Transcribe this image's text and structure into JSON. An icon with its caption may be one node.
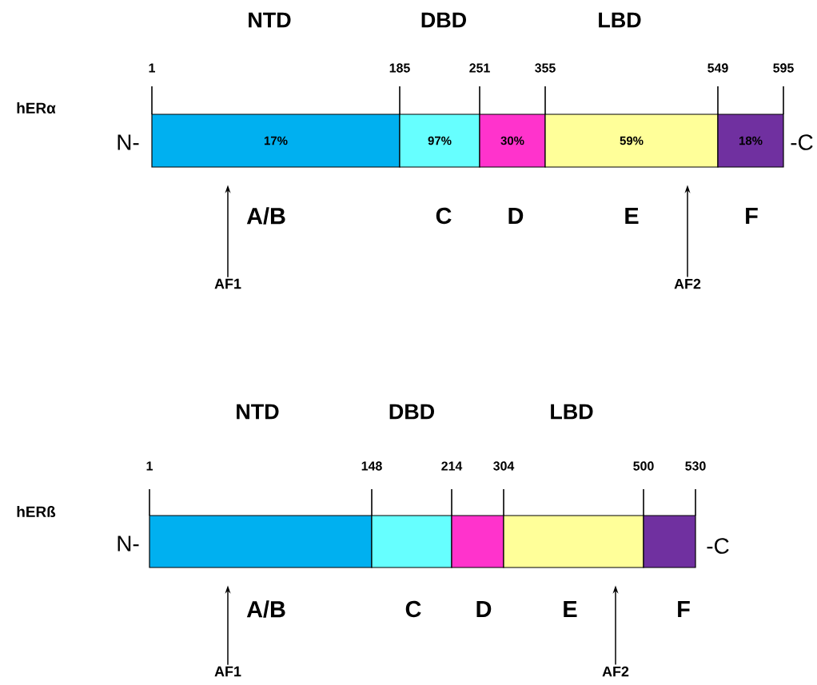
{
  "diagram": {
    "nodes": [
      {
        "text": [
          "17%"
        ]
      },
      {
        "text": [
          "97%"
        ]
      },
      {
        "text": [
          "30%"
        ]
      },
      {
        "text": [
          "59%"
        ]
      },
      {
        "text": [
          "18%"
        ]
      },
      {
        "text": [
          "AF1"
        ]
      },
      {
        "text": [
          "AF2"
        ]
      },
      {
        "text": [],
        "shape": "box"
      },
      {
        "text": [],
        "shape": "box"
      },
      {
        "text": [],
        "shape": "box"
      },
      {
        "text": [],
        "shape": "box"
      },
      {
        "text": [],
        "shape": "box"
      },
      {
        "text": [
          "AF1"
        ]
      },
      {
        "text": [
          "AF2"
        ]
      }
    ],
    "edges": [
      {
        "from": 5,
        "to": 0,
        "arrow": "to"
      },
      {
        "from": 6,
        "to": 3,
        "arrow": "to"
      },
      {
        "from": 12,
        "to": 7,
        "arrow": "to"
      },
      {
        "from": 13,
        "to": 10,
        "arrow": "to"
      }
    ],
    "labels": [
      "NTD",
      "DBD",
      "LBD",
      "1",
      "185",
      "251",
      "355",
      "549",
      "595",
      "hERα",
      "N-",
      "-C",
      "A/B",
      "C",
      "D",
      "E",
      "F",
      "NTD",
      "DBD",
      "LBD",
      "1",
      "148",
      "214",
      "304",
      "500",
      "530",
      "hERß",
      "N-",
      "-C",
      "A/B",
      "C",
      "D",
      "E",
      "F"
    ]
  }
}
